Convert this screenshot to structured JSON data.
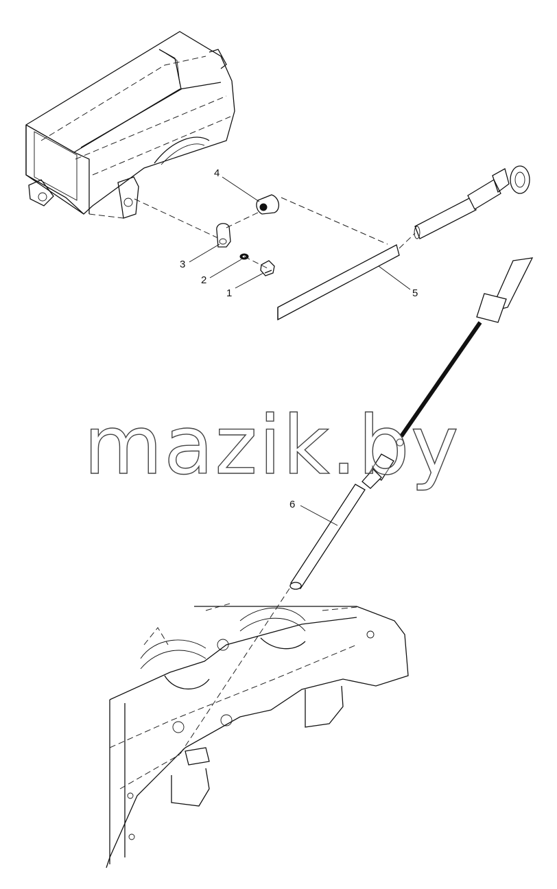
{
  "diagram": {
    "watermark": "mazik.by",
    "callouts": [
      "1",
      "2",
      "3",
      "4",
      "5",
      "6"
    ],
    "parts": [
      {
        "number": "1",
        "icon": "bolt-icon"
      },
      {
        "number": "2",
        "icon": "washer-icon"
      },
      {
        "number": "3",
        "icon": "clip-icon"
      },
      {
        "number": "4",
        "icon": "grommet-icon"
      },
      {
        "number": "5",
        "icon": "tube-icon"
      },
      {
        "number": "6",
        "icon": "dipstick-icon"
      }
    ]
  }
}
